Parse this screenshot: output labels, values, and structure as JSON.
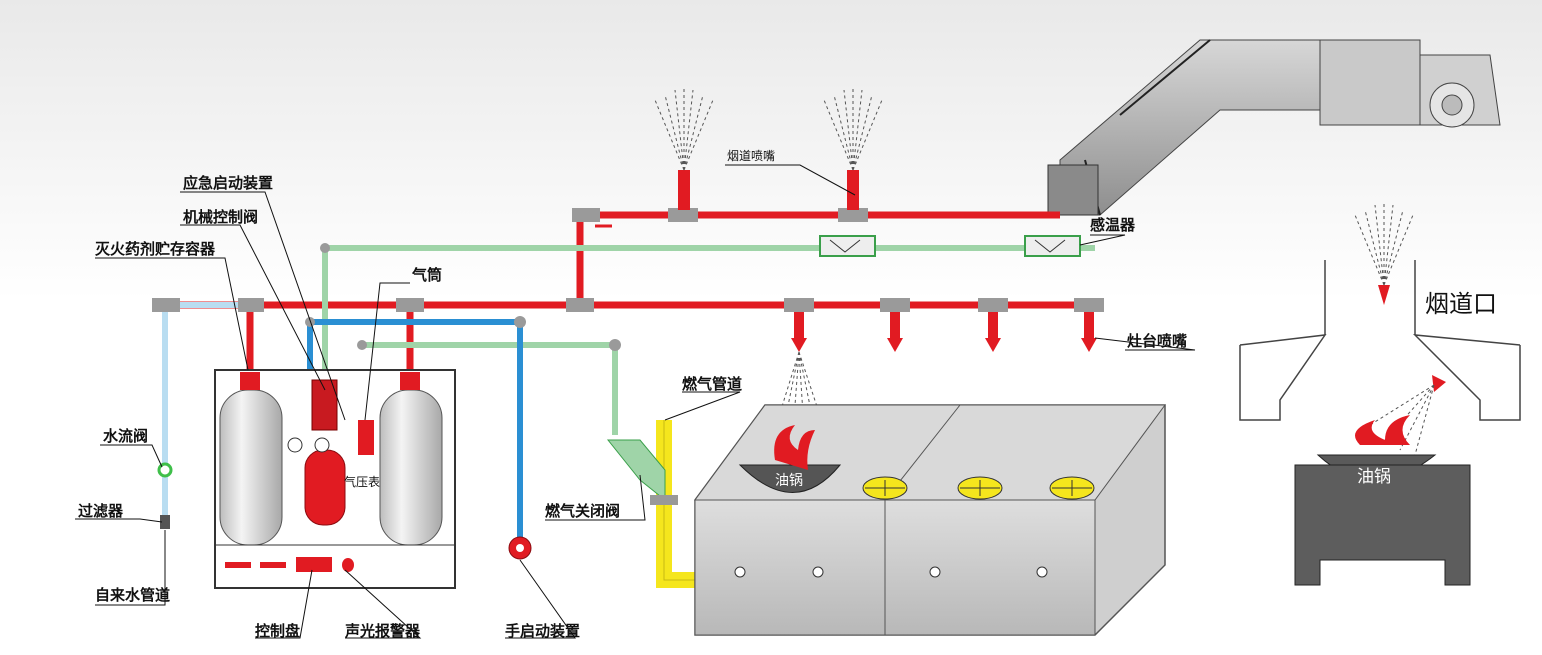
{
  "labels": {
    "emergency_start": "应急启动装置",
    "mechanical_valve": "机械控制阀",
    "agent_container": "灭火药剂贮存容器",
    "gas_cylinder": "气筒",
    "water_flow_valve": "水流阀",
    "filter": "过滤器",
    "tap_water_pipe": "自来水管道",
    "control_panel": "控制盘",
    "sound_light_alarm": "声光报警器",
    "pressure_gauge": "气压表",
    "manual_start": "手启动装置",
    "gas_pipe": "燃气管道",
    "gas_shutoff_valve": "燃气关闭阀",
    "duct_nozzle": "烟道喷嘴",
    "temp_sensor": "感温器",
    "stove_nozzle": "灶台喷嘴",
    "wok_left": "油锅",
    "wok_right": "油锅",
    "duct_outlet": "烟道口"
  },
  "colors": {
    "fire_pipe": "#e11b22",
    "detection_pipe": "#9fd4a8",
    "blue_pipe": "#2a8fd3",
    "water_pipe": "#b9ddf1",
    "gas_pipe": "#f5e61d",
    "burner": "#f5e61d"
  }
}
